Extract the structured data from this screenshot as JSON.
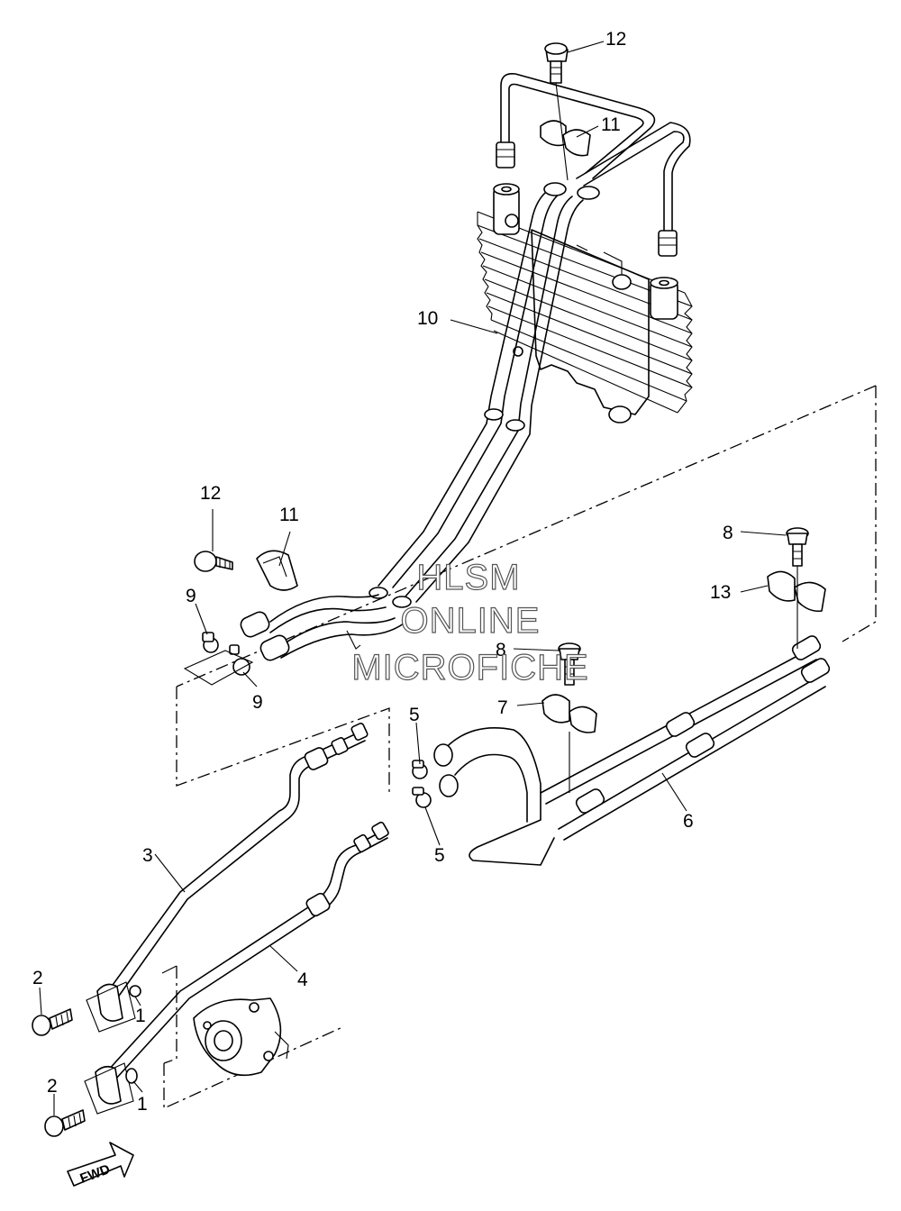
{
  "callouts": {
    "c1a": "1",
    "c1b": "1",
    "c2a": "2",
    "c2b": "2",
    "c3": "3",
    "c4": "4",
    "c5a": "5",
    "c5b": "5",
    "c6": "6",
    "c7": "7",
    "c8a": "8",
    "c8b": "8",
    "c9a": "9",
    "c9b": "9",
    "c10": "10",
    "c11a": "11",
    "c11b": "11",
    "c12a": "12",
    "c12b": "12",
    "c13": "13"
  },
  "watermark": {
    "line1": "HLSM",
    "line2": "ONLINE",
    "line3": "MICROFICHE"
  },
  "fwd_label": "FWD"
}
